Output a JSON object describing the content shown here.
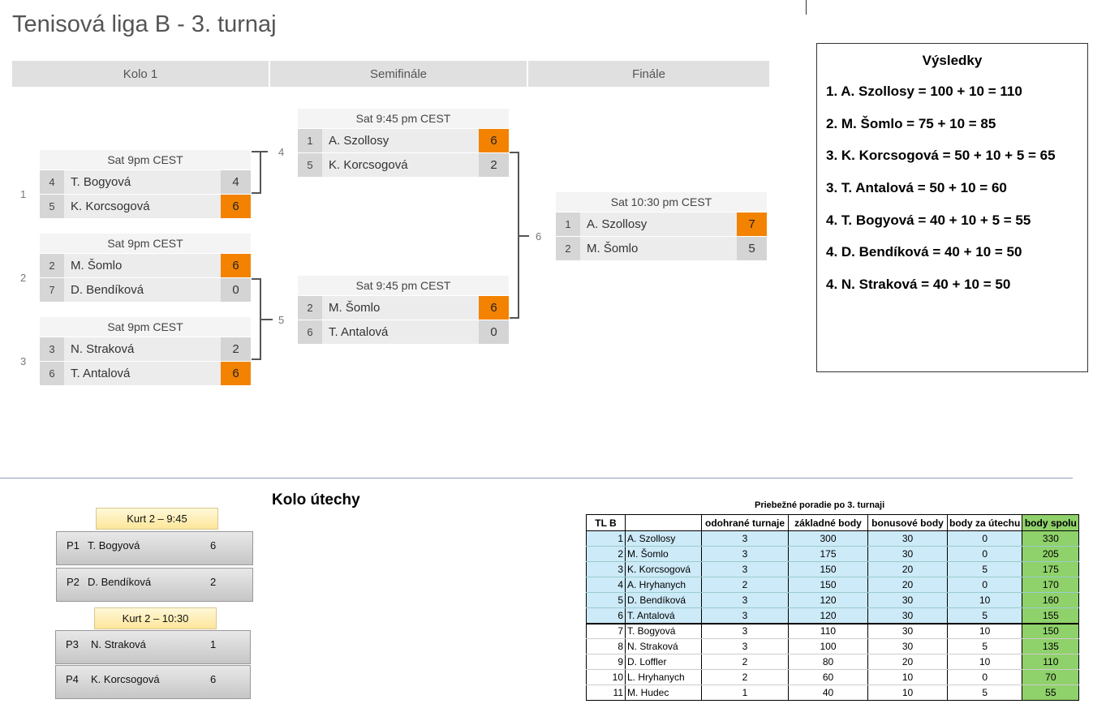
{
  "title": "Tenisová liga B - 3. turnaj",
  "rounds": [
    "Kolo 1",
    "Semifinále",
    "Finále"
  ],
  "matches": [
    {
      "id": "1",
      "time": "Sat 9pm CEST",
      "p1": {
        "seed": "4",
        "name": "T. Bogyová",
        "score": "4",
        "win": false
      },
      "p2": {
        "seed": "5",
        "name": "K. Korcsogová",
        "score": "6",
        "win": true
      }
    },
    {
      "id": "2",
      "time": "Sat 9pm CEST",
      "p1": {
        "seed": "2",
        "name": "M. Šomlo",
        "score": "6",
        "win": true
      },
      "p2": {
        "seed": "7",
        "name": "D. Bendíková",
        "score": "0",
        "win": false
      }
    },
    {
      "id": "3",
      "time": "Sat 9pm CEST",
      "p1": {
        "seed": "3",
        "name": "N. Straková",
        "score": "2",
        "win": false
      },
      "p2": {
        "seed": "6",
        "name": "T. Antalová",
        "score": "6",
        "win": true
      }
    },
    {
      "id": "4",
      "time": "Sat 9:45 pm CEST",
      "p1": {
        "seed": "1",
        "name": "A. Szollosy",
        "score": "6",
        "win": true
      },
      "p2": {
        "seed": "5",
        "name": "K. Korcsogová",
        "score": "2",
        "win": false
      }
    },
    {
      "id": "5",
      "time": "Sat 9:45 pm CEST",
      "p1": {
        "seed": "2",
        "name": "M. Šomlo",
        "score": "6",
        "win": true
      },
      "p2": {
        "seed": "6",
        "name": "T. Antalová",
        "score": "0",
        "win": false
      }
    },
    {
      "id": "6",
      "time": "Sat 10:30 pm CEST",
      "p1": {
        "seed": "1",
        "name": "A. Szollosy",
        "score": "7",
        "win": true
      },
      "p2": {
        "seed": "2",
        "name": "M. Šomlo",
        "score": "5",
        "win": false
      }
    }
  ],
  "results": {
    "title": "Výsledky",
    "lines": [
      "1. A. Szollosy = 100 + 10 = 110",
      "2. M. Šomlo = 75 + 10 = 85",
      "3. K. Korcsogová = 50 + 10 + 5 = 65",
      "3. T. Antalová = 50 + 10 = 60",
      "4. T. Bogyová = 40 + 10 + 5 = 55",
      "4. D. Bendíková = 40 + 10 = 50",
      "4. N. Straková = 40 + 10 = 50"
    ]
  },
  "consolation": {
    "title": "Kolo útechy",
    "courts": [
      {
        "label": "Kurt 2 – 9:45",
        "rows": [
          {
            "pos": "P1",
            "name": "T. Bogyová",
            "score": "6"
          },
          {
            "pos": "P2",
            "name": "D. Bendíková",
            "score": "2"
          }
        ]
      },
      {
        "label": "Kurt 2 – 10:30",
        "rows": [
          {
            "pos": "P3",
            "name": "N. Straková",
            "score": "1"
          },
          {
            "pos": "P4",
            "name": "K. Korcsogová",
            "score": "6"
          }
        ]
      }
    ]
  },
  "standings": {
    "title": "Priebežné poradie po 3. turnaji",
    "headers": [
      "TL B",
      "",
      "odohrané turnaje",
      "základné body",
      "bonusové body",
      "body za útechu",
      "body spolu"
    ],
    "rows": [
      [
        "1",
        "A. Szollosy",
        "3",
        "300",
        "30",
        "0",
        "330"
      ],
      [
        "2",
        "M. Šomlo",
        "3",
        "175",
        "30",
        "0",
        "205"
      ],
      [
        "3",
        "K. Korcsogová",
        "3",
        "150",
        "20",
        "5",
        "175"
      ],
      [
        "4",
        "A. Hryhanych",
        "2",
        "150",
        "20",
        "0",
        "170"
      ],
      [
        "5",
        "D. Bendíková",
        "3",
        "120",
        "30",
        "10",
        "160"
      ],
      [
        "6",
        "T. Antalová",
        "3",
        "120",
        "30",
        "5",
        "155"
      ],
      [
        "7",
        "T. Bogyová",
        "3",
        "110",
        "30",
        "10",
        "150"
      ],
      [
        "8",
        "N. Straková",
        "3",
        "100",
        "30",
        "5",
        "135"
      ],
      [
        "9",
        "D. Loffler",
        "2",
        "80",
        "20",
        "10",
        "110"
      ],
      [
        "10",
        "L. Hryhanych",
        "2",
        "60",
        "10",
        "0",
        "70"
      ],
      [
        "11",
        "M. Hudec",
        "1",
        "40",
        "10",
        "5",
        "55"
      ]
    ]
  }
}
